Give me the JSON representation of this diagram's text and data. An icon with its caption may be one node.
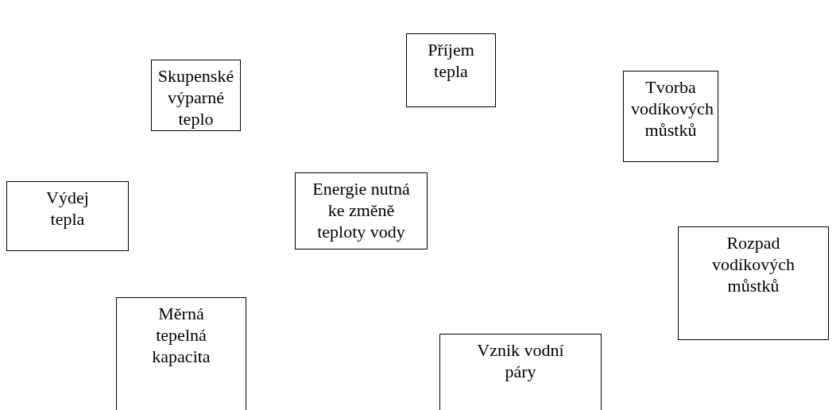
{
  "diagram": {
    "nodes": [
      {
        "text": [
          "Skupenské výparné teplo"
        ]
      },
      {
        "text": [
          "Příjem tepla"
        ]
      },
      {
        "text": [
          "Tvorba vodíkových můstků"
        ]
      },
      {
        "text": [
          "Výdej tepla"
        ]
      },
      {
        "text": [
          "Energie nutná ke změně teploty vody"
        ]
      },
      {
        "text": [
          "Rozpad vodíkových můstků"
        ]
      },
      {
        "text": [
          "Měrná tepelná kapacita"
        ]
      },
      {
        "text": [
          "Vznik vodní páry"
        ]
      }
    ]
  }
}
